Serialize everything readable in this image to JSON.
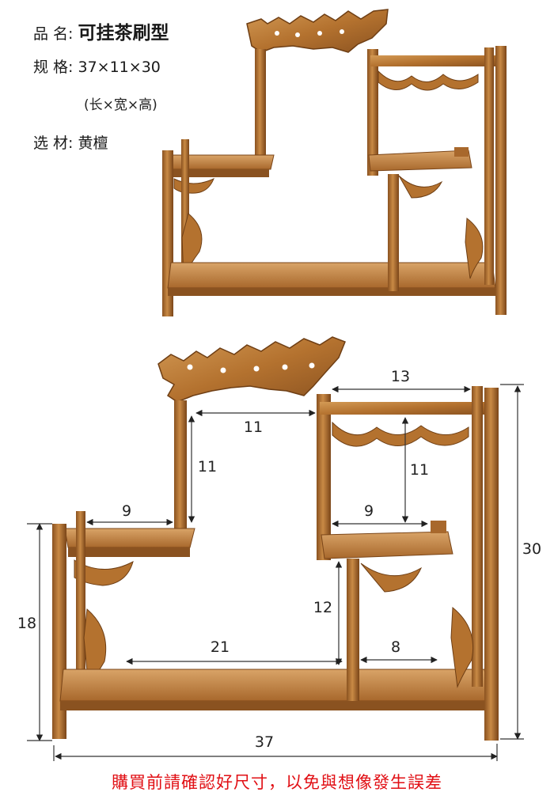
{
  "specs": {
    "name_label": "品 名:",
    "name_value": "可挂茶刷型",
    "size_label": "规 格:",
    "size_value": "37×11×30",
    "size_note": "(长×宽×高)",
    "material_label": "选 材:",
    "material_value": "黄檀"
  },
  "dimensions": {
    "top_shelf_gap_width": "11",
    "top_shelf_gap_height": "11",
    "left_shelf_width": "9",
    "left_height": "18",
    "right_top_width": "13",
    "right_mid_gap_height": "11",
    "right_mid_width": "9",
    "total_height": "30",
    "right_lower_gap_height": "12",
    "bottom_left_width": "21",
    "bottom_right_width": "8",
    "total_length": "37"
  },
  "notice": "購買前請確認好尺寸，以免與想像發生誤差",
  "colors": {
    "wood_light": "#c98a45",
    "wood_mid": "#a8682c",
    "wood_dark": "#7a4518",
    "notice": "#e10f14"
  }
}
